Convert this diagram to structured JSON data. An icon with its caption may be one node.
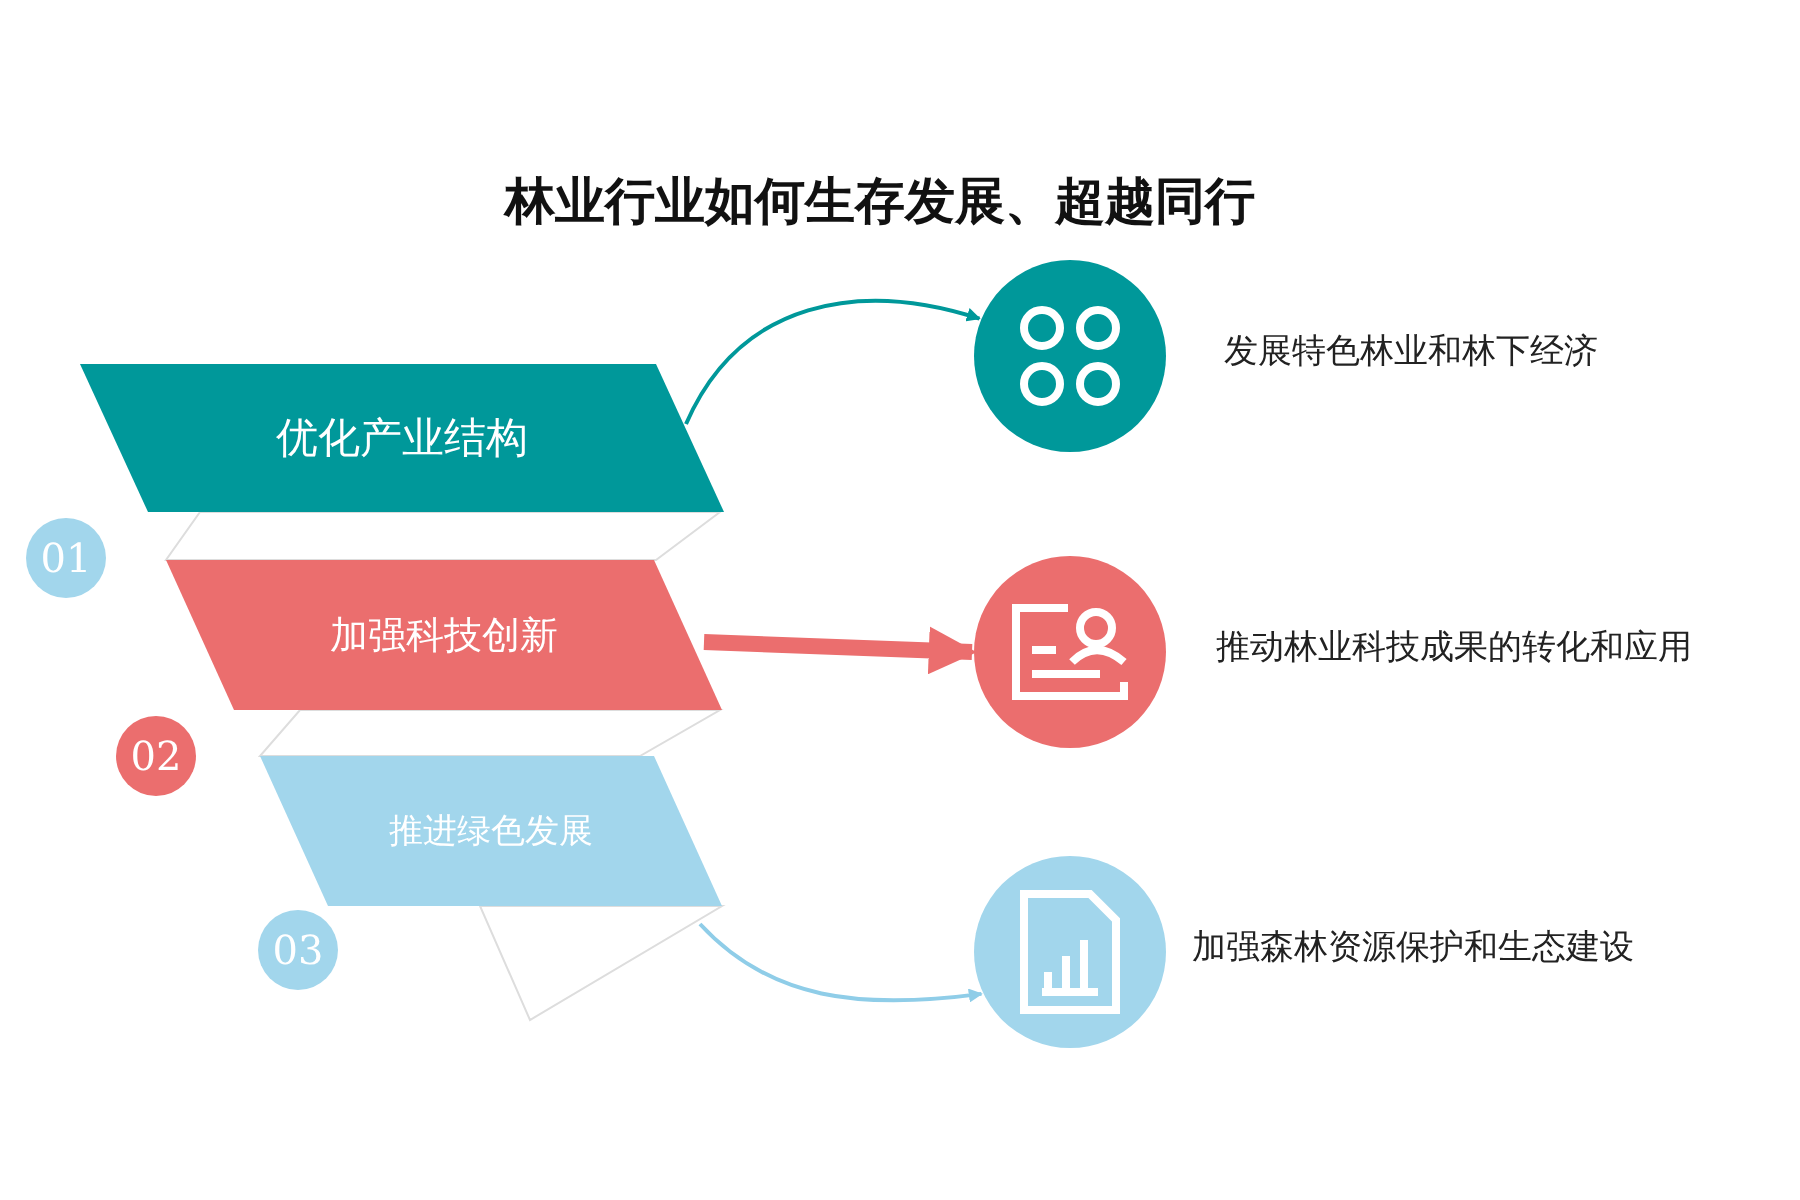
{
  "diagram": {
    "title": "林业行业如何生存发展、超越同行",
    "nodes": [
      {
        "text": [
          "优化产业结构"
        ]
      },
      {
        "text": [
          "加强科技创新"
        ]
      },
      {
        "text": [
          "推进绿色发展"
        ]
      },
      {
        "text": [],
        "shape": "circle",
        "beside": [
          "发展特色林业和林下经济"
        ]
      },
      {
        "text": [],
        "shape": "circle",
        "beside": [
          "推动林业科技成果的转化和应用"
        ]
      },
      {
        "text": [],
        "shape": "circle",
        "beside": [
          "加强森林资源保护和生态建设"
        ]
      },
      {
        "text": [
          "01"
        ]
      },
      {
        "text": [
          "02"
        ]
      },
      {
        "text": [
          "03"
        ]
      }
    ],
    "edges": [
      {
        "from": 0,
        "to": 3,
        "arrow": "to",
        "color": "#00989a"
      },
      {
        "from": 1,
        "to": 4,
        "arrow": "to",
        "style": "thick",
        "color": "#eb6e6e"
      },
      {
        "from": 2,
        "to": 5,
        "arrow": "to",
        "color": "#8fcde8"
      }
    ]
  }
}
